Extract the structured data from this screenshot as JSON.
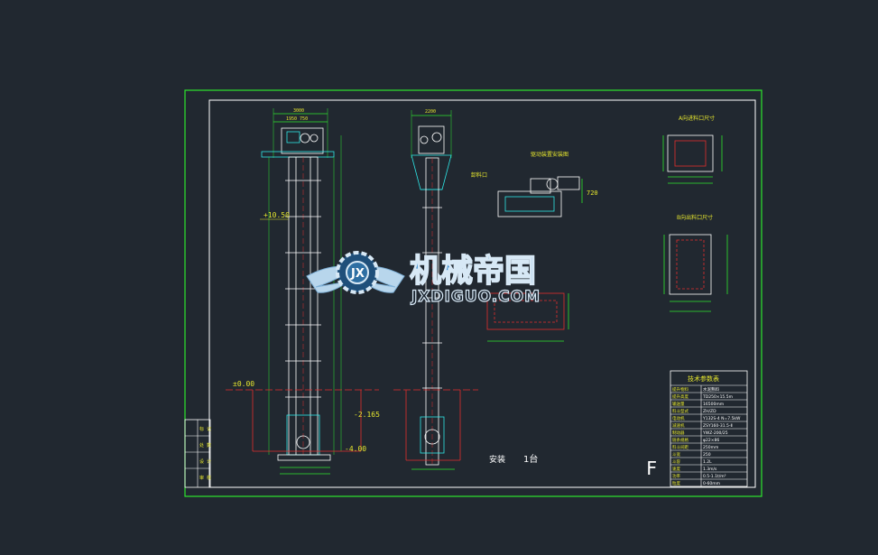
{
  "drawing": {
    "elevation_labels": {
      "top_left": "+10.50",
      "ground": "±0.00",
      "pit": "-2.165",
      "bottom": "-4.00"
    },
    "dimension_top_left": "3000",
    "dimension_top_left_sub": "1950  750",
    "dimension_top_right": "2200",
    "section_labels": {
      "inlet_detail": "A向进料口尺寸",
      "outlet_detail": "B向出料口尺寸",
      "drive_label": "驱动装置安装图",
      "feed_label": "卸料口"
    },
    "note_install": "安装",
    "note_qty": "1台",
    "small_dim": "720",
    "sheet_mark": "F"
  },
  "watermark": {
    "brand_cn": "机械帝国",
    "brand_en": "JXDIGUO.COM"
  },
  "tech_table": {
    "title": "技术参数表",
    "rows": [
      [
        "提升物料",
        "水泥熟料"
      ],
      [
        "提升高度",
        "TD250×15.5m"
      ],
      [
        "输送量",
        "16500mm"
      ],
      [
        "料斗型式",
        "ZH/ZD"
      ],
      [
        "电动机",
        "Y132S-4 N=7.5kW"
      ],
      [
        "减速机",
        "ZSY160-31.5-Ⅱ"
      ],
      [
        "制动器",
        "YWZ-200/25"
      ],
      [
        "链条规格",
        "φ22×86"
      ],
      [
        "料斗间距",
        "250mm"
      ],
      [
        "斗宽",
        "250"
      ],
      [
        "斗容",
        "1.2L"
      ],
      [
        "速度",
        "1.3m/s"
      ],
      [
        "功率",
        "0.5-1.1t/m³"
      ],
      [
        "粒度",
        "0-60mm"
      ]
    ]
  },
  "title_block": {
    "cells": [
      "标 记",
      "处 数",
      "设 计",
      "审 核"
    ]
  },
  "colors": {
    "background": "#212830",
    "frame": "#2ee62e",
    "line": "#ffffff",
    "dim": "#e23ce2",
    "accent": "#2ee6e6",
    "yellow": "#e6e62e",
    "red": "#e22e2e"
  }
}
